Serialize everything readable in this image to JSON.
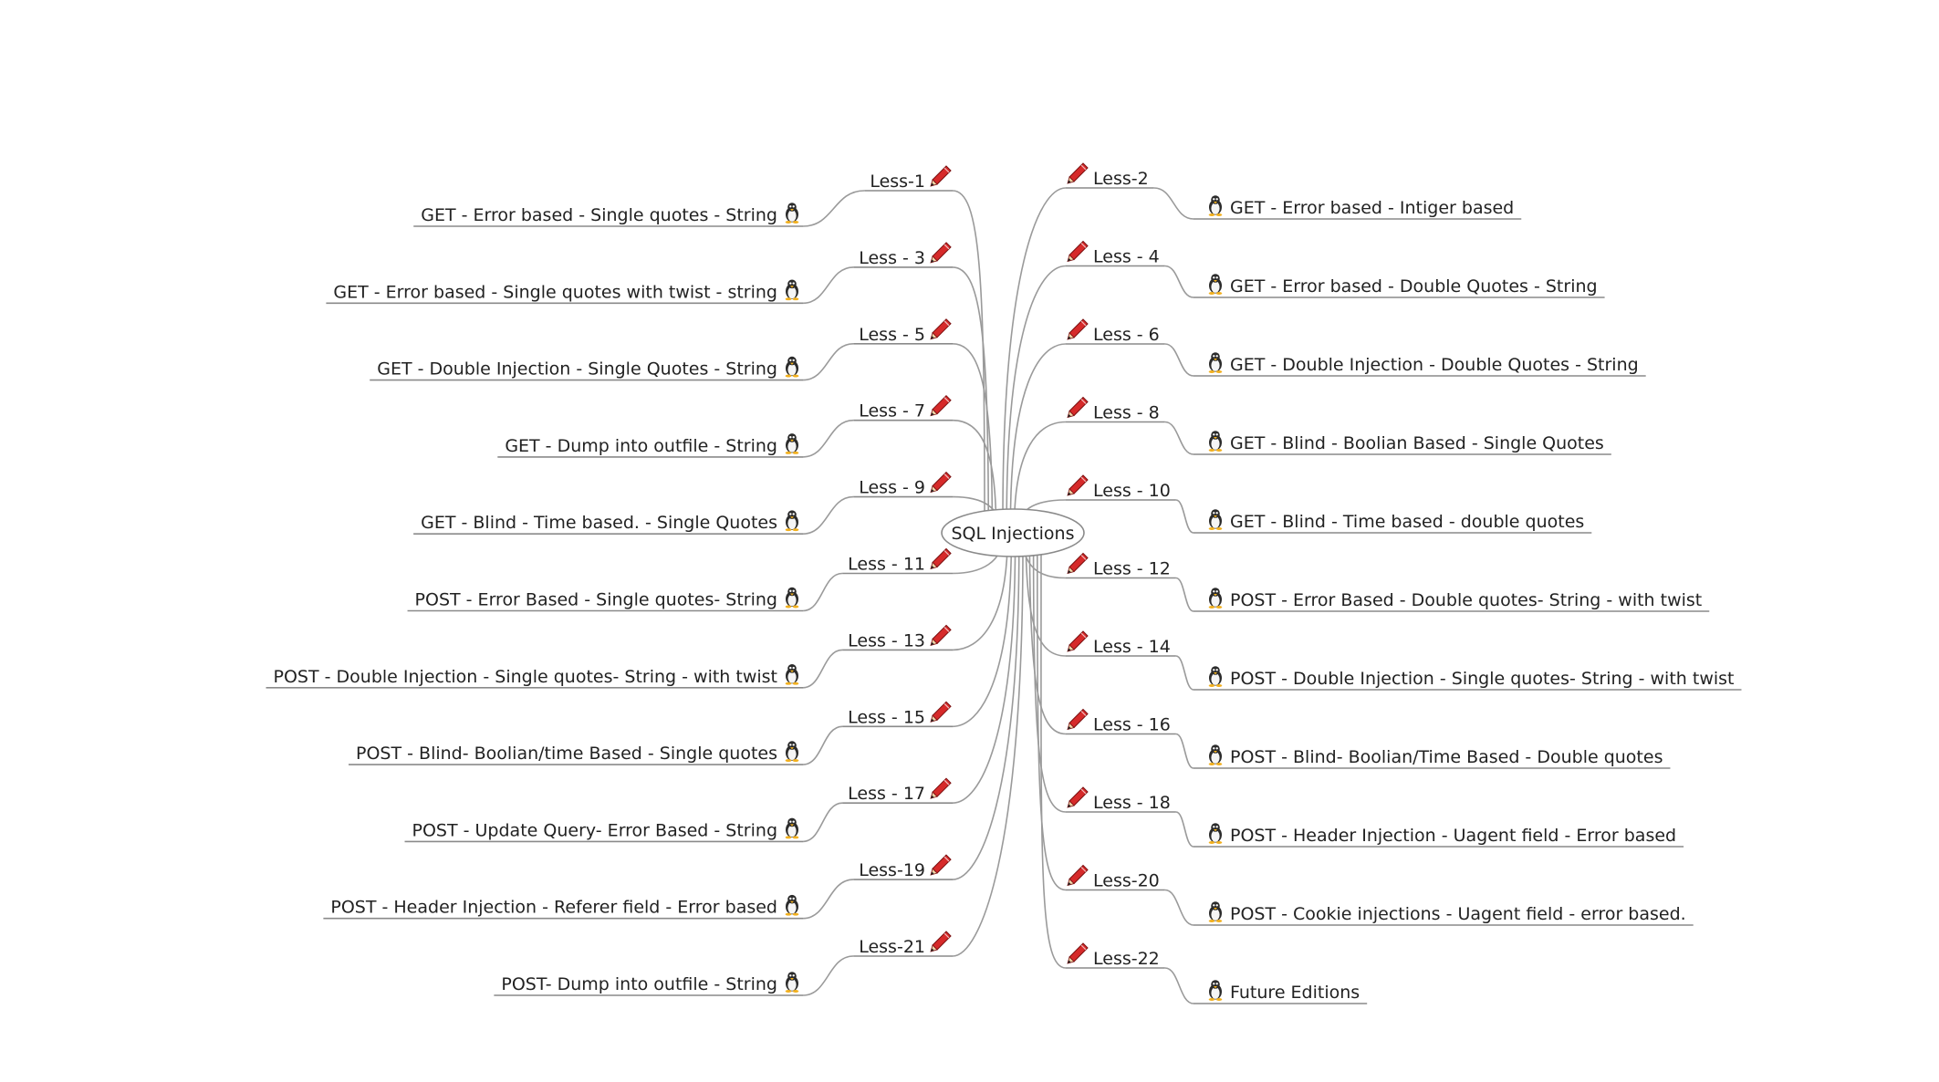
{
  "diagram": {
    "root": "SQL Injections",
    "colors": {
      "line": "#9a9a9a",
      "pencil": "#d62a2a",
      "tux_body": "#2b2b2b",
      "tux_beak": "#f2b01e"
    },
    "icons": {
      "lesson": "red-pencil-icon",
      "topic": "tux-penguin-icon"
    },
    "left_branches": [
      {
        "lesson": "Less-1",
        "topic": "GET - Error based - Single quotes - String"
      },
      {
        "lesson": "Less - 3",
        "topic": "GET - Error based - Single quotes with twist - string"
      },
      {
        "lesson": "Less - 5",
        "topic": "GET - Double Injection - Single Quotes - String"
      },
      {
        "lesson": "Less - 7",
        "topic": "GET - Dump into outfile - String"
      },
      {
        "lesson": "Less - 9",
        "topic": "GET - Blind - Time based. -  Single Quotes"
      },
      {
        "lesson": "Less - 11",
        "topic": "POST - Error Based - Single quotes- String"
      },
      {
        "lesson": "Less - 13",
        "topic": "POST - Double Injection - Single quotes- String - with twist"
      },
      {
        "lesson": "Less - 15",
        "topic": "POST - Blind- Boolian/time Based - Single quotes"
      },
      {
        "lesson": "Less - 17",
        "topic": "POST - Update Query- Error Based - String"
      },
      {
        "lesson": "Less-19",
        "topic": "POST - Header Injection - Referer field - Error based"
      },
      {
        "lesson": "Less-21",
        "topic": "POST- Dump into outfile - String"
      }
    ],
    "right_branches": [
      {
        "lesson": "Less-2",
        "topic": "GET - Error based - Intiger based"
      },
      {
        "lesson": "Less - 4",
        "topic": "GET - Error based - Double Quotes - String"
      },
      {
        "lesson": "Less - 6",
        "topic": "GET - Double Injection - Double Quotes - String"
      },
      {
        "lesson": "Less - 8",
        "topic": "GET - Blind - Boolian Based - Single Quotes"
      },
      {
        "lesson": "Less - 10",
        "topic": "GET - Blind - Time based - double quotes"
      },
      {
        "lesson": "Less - 12",
        "topic": "POST - Error Based - Double quotes- String - with twist"
      },
      {
        "lesson": "Less - 14",
        "topic": "POST - Double Injection - Single quotes- String - with twist"
      },
      {
        "lesson": "Less - 16",
        "topic": "POST - Blind- Boolian/Time Based - Double quotes"
      },
      {
        "lesson": "Less - 18",
        "topic": "POST - Header Injection - Uagent field - Error based"
      },
      {
        "lesson": "Less-20",
        "topic": "POST - Cookie injections - Uagent field - error based."
      },
      {
        "lesson": "Less-22",
        "topic": "Future Editions"
      }
    ]
  }
}
